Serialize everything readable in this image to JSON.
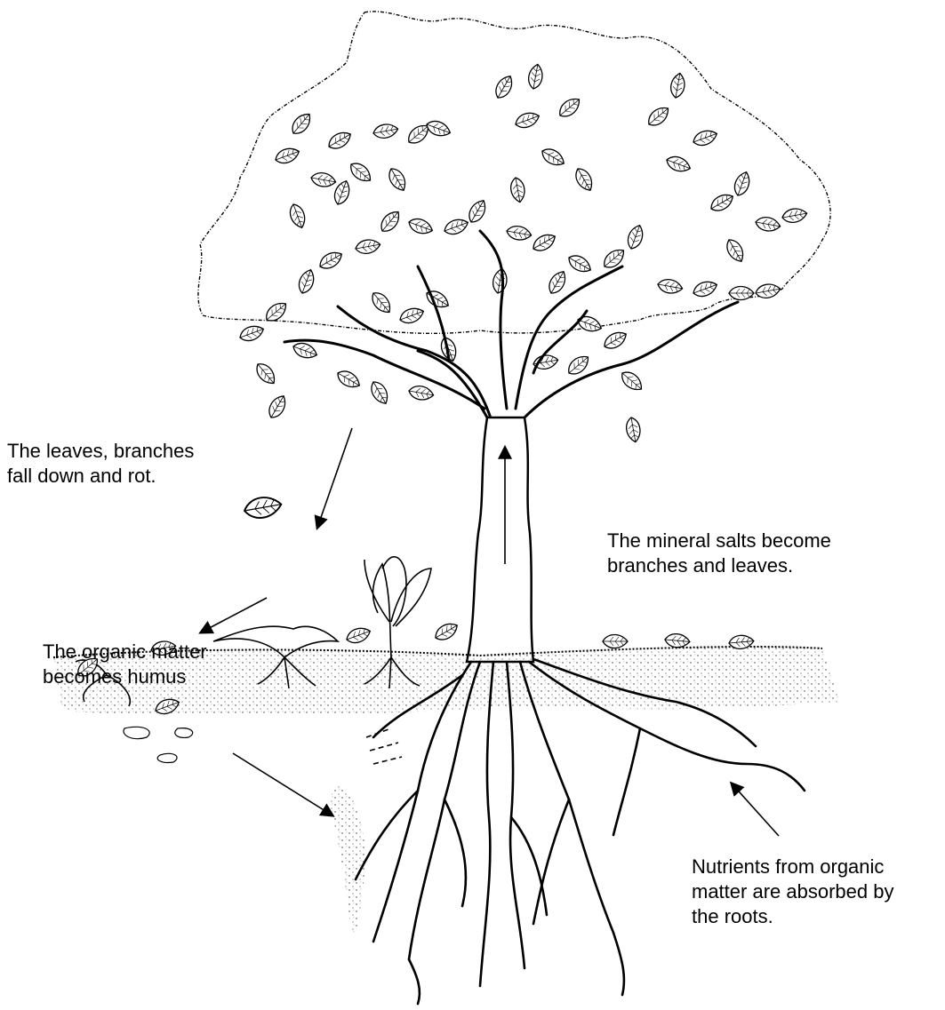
{
  "labels": {
    "fall": {
      "line1": "The leaves, branches",
      "line2": "fall down and rot."
    },
    "minerals": {
      "line1": "The mineral salts become",
      "line2": "branches and leaves."
    },
    "humus": {
      "line1": "The organic matter",
      "line2": "becomes humus"
    },
    "nutrients": {
      "line1": "Nutrients from organic",
      "line2": "matter are absorbed by",
      "line3": "the roots."
    }
  },
  "colors": {
    "ink": "#000000",
    "paper": "#ffffff",
    "soil": "#4a4a4a"
  }
}
